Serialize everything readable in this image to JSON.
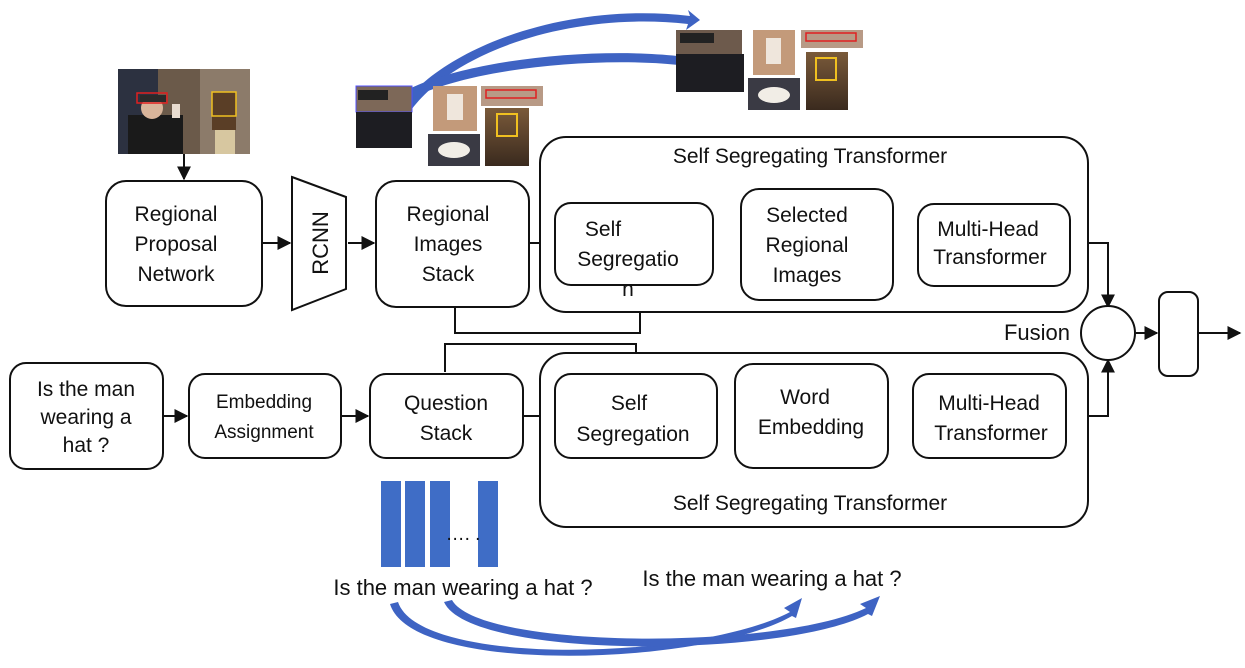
{
  "top": {
    "rpn": [
      "Regional",
      "Proposal",
      "Network"
    ],
    "rcnn": "RCNN",
    "regional_stack": [
      "Regional",
      "Images",
      "Stack"
    ],
    "sst_title": "Self Segregating Transformer",
    "self_seg": [
      "Self",
      "Segregatio",
      "n"
    ],
    "selected": [
      "Selected",
      "Regional",
      "Images"
    ],
    "mht": [
      "Multi-Head",
      "Transformer"
    ]
  },
  "fusion": {
    "label": "Fusion"
  },
  "bottom": {
    "question": [
      "Is the man",
      "wearing a",
      "hat ?"
    ],
    "embedding": [
      "Embedding",
      "Assignment"
    ],
    "question_stack": [
      "Question",
      "Stack"
    ],
    "sst_title": "Self Segregating Transformer",
    "self_seg": [
      "Self",
      "Segregation"
    ],
    "word_embedding": [
      "Word",
      "Embedding"
    ],
    "mht": [
      "Multi-Head",
      "Transformer"
    ]
  },
  "tokens": {
    "ellipsis": "…. .",
    "sentence_left": "Is the man wearing a hat ?",
    "sentence_right": "Is the man wearing a hat ?"
  },
  "colors": {
    "arrow_blue": "#3e63c3",
    "bar_blue": "#3f6dc6"
  }
}
